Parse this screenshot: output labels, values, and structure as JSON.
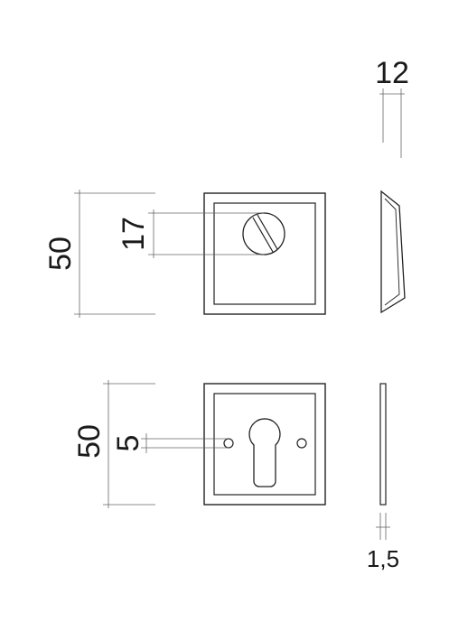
{
  "dimensions": {
    "rosette_thickness": "12",
    "rosette_height": "50",
    "spindle_offset": "17",
    "escutcheon_height": "50",
    "screw_hole_offset": "5",
    "escutcheon_thickness": "1,5"
  },
  "colors": {
    "line": "#222222",
    "dimension_line": "#666666",
    "background": "#ffffff"
  }
}
